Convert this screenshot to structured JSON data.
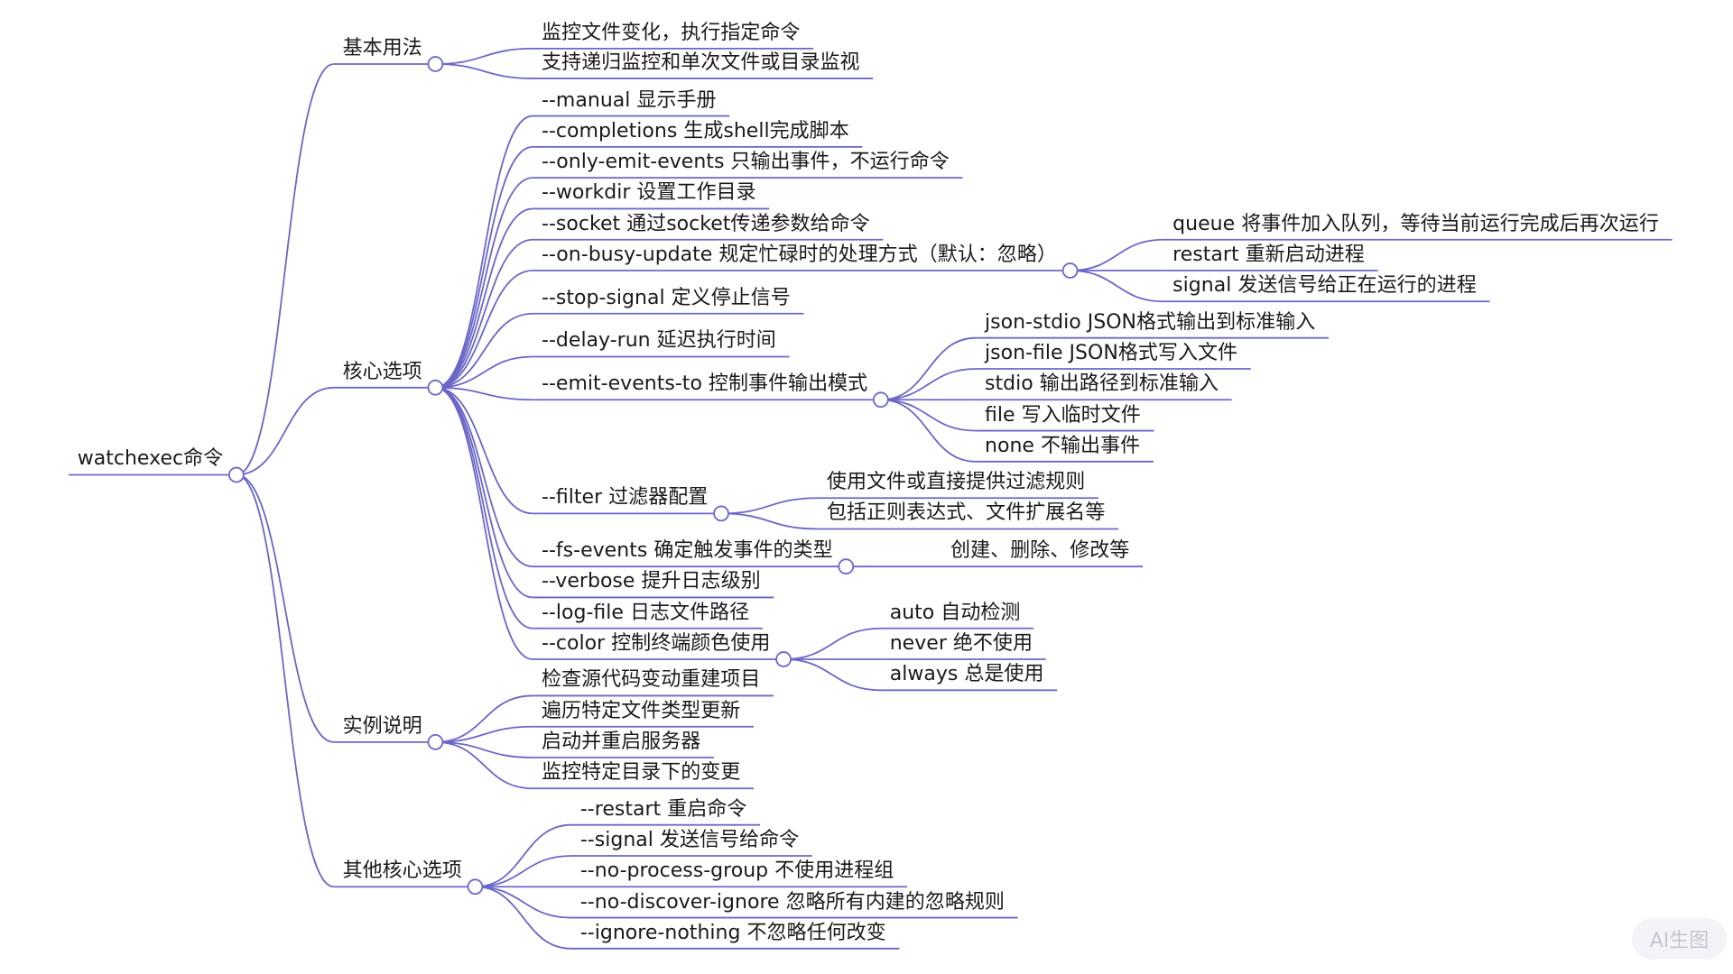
{
  "mindmap": {
    "line_color": "#6b67c7",
    "text_color": "#1a1a1a",
    "root": {
      "id": "root",
      "label": "watchexec命令",
      "children": [
        {
          "id": "basic",
          "label": "基本用法",
          "children": [
            {
              "id": "b1",
              "label": "监控文件变化，执行指定命令"
            },
            {
              "id": "b2",
              "label": "支持递归监控和单次文件或目录监视"
            }
          ]
        },
        {
          "id": "core",
          "label": "核心选项",
          "children": [
            {
              "id": "c1",
              "label": "--manual 显示手册"
            },
            {
              "id": "c2",
              "label": "--completions 生成shell完成脚本"
            },
            {
              "id": "c3",
              "label": "--only-emit-events 只输出事件，不运行命令"
            },
            {
              "id": "c4",
              "label": "--workdir 设置工作目录"
            },
            {
              "id": "c5",
              "label": "--socket 通过socket传递参数给命令"
            },
            {
              "id": "c6",
              "label": "--on-busy-update 规定忙碌时的处理方式（默认：忽略）",
              "children": [
                {
                  "id": "c6a",
                  "label": "queue 将事件加入队列，等待当前运行完成后再次运行"
                },
                {
                  "id": "c6b",
                  "label": "restart 重新启动进程"
                },
                {
                  "id": "c6c",
                  "label": "signal 发送信号给正在运行的进程"
                }
              ]
            },
            {
              "id": "c7",
              "label": "--stop-signal 定义停止信号"
            },
            {
              "id": "c8",
              "label": "--delay-run 延迟执行时间"
            },
            {
              "id": "c9",
              "label": "--emit-events-to 控制事件输出模式",
              "children": [
                {
                  "id": "c9a",
                  "label": "json-stdio JSON格式输出到标准输入"
                },
                {
                  "id": "c9b",
                  "label": "json-file JSON格式写入文件"
                },
                {
                  "id": "c9c",
                  "label": "stdio 输出路径到标准输入"
                },
                {
                  "id": "c9d",
                  "label": "file 写入临时文件"
                },
                {
                  "id": "c9e",
                  "label": "none 不输出事件"
                }
              ]
            },
            {
              "id": "c10",
              "label": "--filter 过滤器配置",
              "children": [
                {
                  "id": "c10a",
                  "label": "使用文件或直接提供过滤规则"
                },
                {
                  "id": "c10b",
                  "label": "包括正则表达式、文件扩展名等"
                }
              ]
            },
            {
              "id": "c11",
              "label": "--fs-events 确定触发事件的类型",
              "children": [
                {
                  "id": "c11a",
                  "label": "创建、删除、修改等"
                }
              ]
            },
            {
              "id": "c12",
              "label": "--verbose 提升日志级别"
            },
            {
              "id": "c13",
              "label": "--log-file 日志文件路径"
            },
            {
              "id": "c14",
              "label": "--color 控制终端颜色使用",
              "children": [
                {
                  "id": "c14a",
                  "label": "auto 自动检测"
                },
                {
                  "id": "c14b",
                  "label": "never 绝不使用"
                },
                {
                  "id": "c14c",
                  "label": "always 总是使用"
                }
              ]
            }
          ]
        },
        {
          "id": "examples",
          "label": "实例说明",
          "children": [
            {
              "id": "e1",
              "label": "检查源代码变动重建项目"
            },
            {
              "id": "e2",
              "label": "遍历特定文件类型更新"
            },
            {
              "id": "e3",
              "label": "启动并重启服务器"
            },
            {
              "id": "e4",
              "label": "监控特定目录下的变更"
            }
          ]
        },
        {
          "id": "other",
          "label": "其他核心选项",
          "children": [
            {
              "id": "o1",
              "label": "--restart 重启命令"
            },
            {
              "id": "o2",
              "label": "--signal 发送信号给命令"
            },
            {
              "id": "o3",
              "label": "--no-process-group 不使用进程组"
            },
            {
              "id": "o4",
              "label": "--no-discover-ignore 忽略所有内建的忽略规则"
            },
            {
              "id": "o5",
              "label": "--ignore-nothing 不忽略任何改变"
            }
          ]
        }
      ]
    }
  },
  "watermark": "AI生图"
}
